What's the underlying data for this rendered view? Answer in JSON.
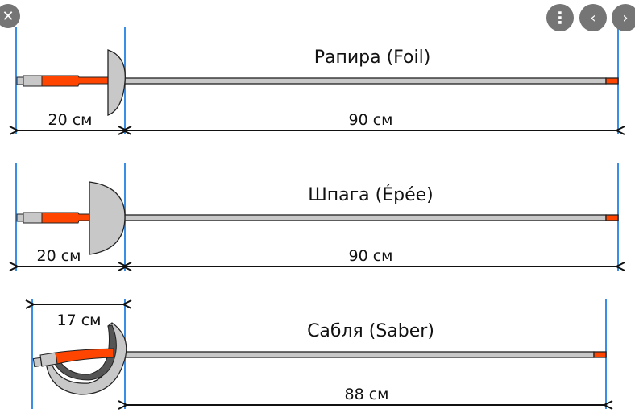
{
  "overlay": {
    "close_icon": "close-icon",
    "more_icon": "more-vert-icon",
    "prev_icon": "chevron-left-icon",
    "next_icon": "chevron-right-icon"
  },
  "weapons": [
    {
      "title": "Рапира (Foil)",
      "handle_length": "20 см",
      "blade_length": "90 см"
    },
    {
      "title": "Шпага (Épée)",
      "handle_length": "20 см",
      "blade_length": "90 см"
    },
    {
      "title": "Сабля (Saber)",
      "handle_length": "17 см",
      "blade_length": "88 см"
    }
  ],
  "colors": {
    "guide": "#3a8ee6",
    "grip": "#ff4500",
    "metal": "#c8c8c8",
    "tip": "#ff4500"
  }
}
